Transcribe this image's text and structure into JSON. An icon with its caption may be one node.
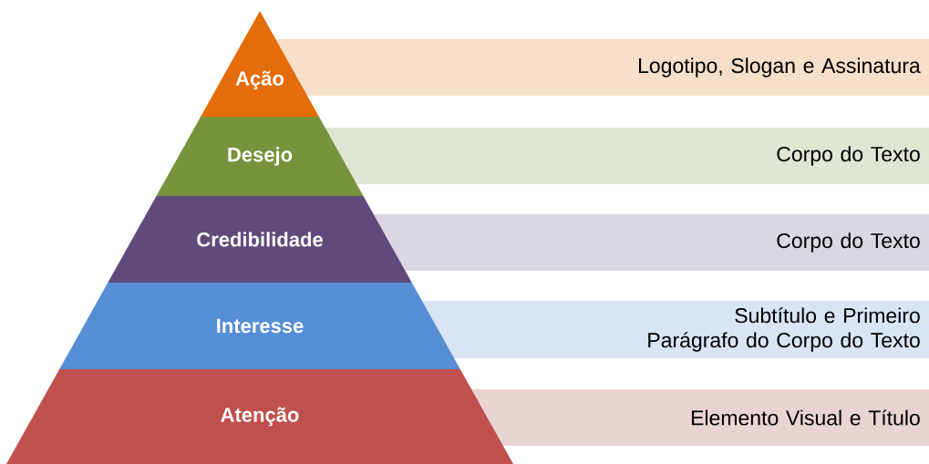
{
  "diagram": {
    "nodes": [
      {
        "text": [
          "Ação"
        ]
      },
      {
        "text": [
          "Desejo"
        ]
      },
      {
        "text": [
          "Credibilidade"
        ]
      },
      {
        "text": [
          "Interesse"
        ]
      },
      {
        "text": [
          "Atenção"
        ]
      },
      {
        "text": [
          "Logotipo, Slogan e Assinatura"
        ]
      },
      {
        "text": [
          "Corpo do Texto"
        ]
      },
      {
        "text": [
          "Corpo do Texto"
        ]
      },
      {
        "text": [
          "Subtítulo e Primeiro Parágrafo do Corpo do Texto"
        ]
      },
      {
        "text": [
          "Elemento Visual e Título"
        ]
      }
    ]
  }
}
